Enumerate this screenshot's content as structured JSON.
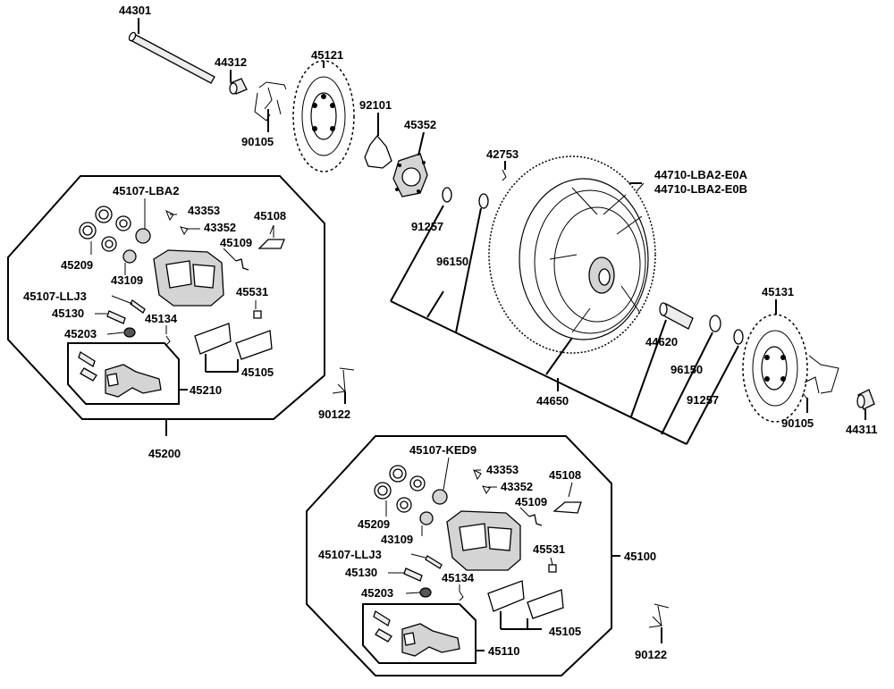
{
  "labels": {
    "p44301": "44301",
    "p44312": "44312",
    "p45121": "45121",
    "p90105_top": "90105",
    "p92101": "92101",
    "p45352": "45352",
    "p42753": "42753",
    "p44710a": "44710-LBA2-E0A",
    "p44710b": "44710-LBA2-E0B",
    "p91257_left": "91257",
    "p96150_left": "96150",
    "p44650": "44650",
    "p44620": "44620",
    "p96150_right": "96150",
    "p91257_right": "91257",
    "p45131": "45131",
    "p90105_right": "90105",
    "p44311": "44311",
    "p90122_mid": "90122",
    "p90122_bottom": "90122",
    "rear_caliper": {
      "p45107": "45107-LBA2",
      "p43353": "43353",
      "p43352": "43352",
      "p45108": "45108",
      "p45109": "45109",
      "p45209": "45209",
      "p43109": "43109",
      "p45107llj3": "45107-LLJ3",
      "p45531": "45531",
      "p45130": "45130",
      "p45134": "45134",
      "p45203": "45203",
      "p45105": "45105",
      "p45210": "45210",
      "assembly": "45200"
    },
    "front_caliper": {
      "p45107": "45107-KED9",
      "p43353": "43353",
      "p43352": "43352",
      "p45108": "45108",
      "p45109": "45109",
      "p45209": "45209",
      "p43109": "43109",
      "p45107llj3": "45107-LLJ3",
      "p45531": "45531",
      "p45130": "45130",
      "p45134": "45134",
      "p45203": "45203",
      "p45105": "45105",
      "p45110": "45110",
      "assembly": "45100"
    }
  }
}
